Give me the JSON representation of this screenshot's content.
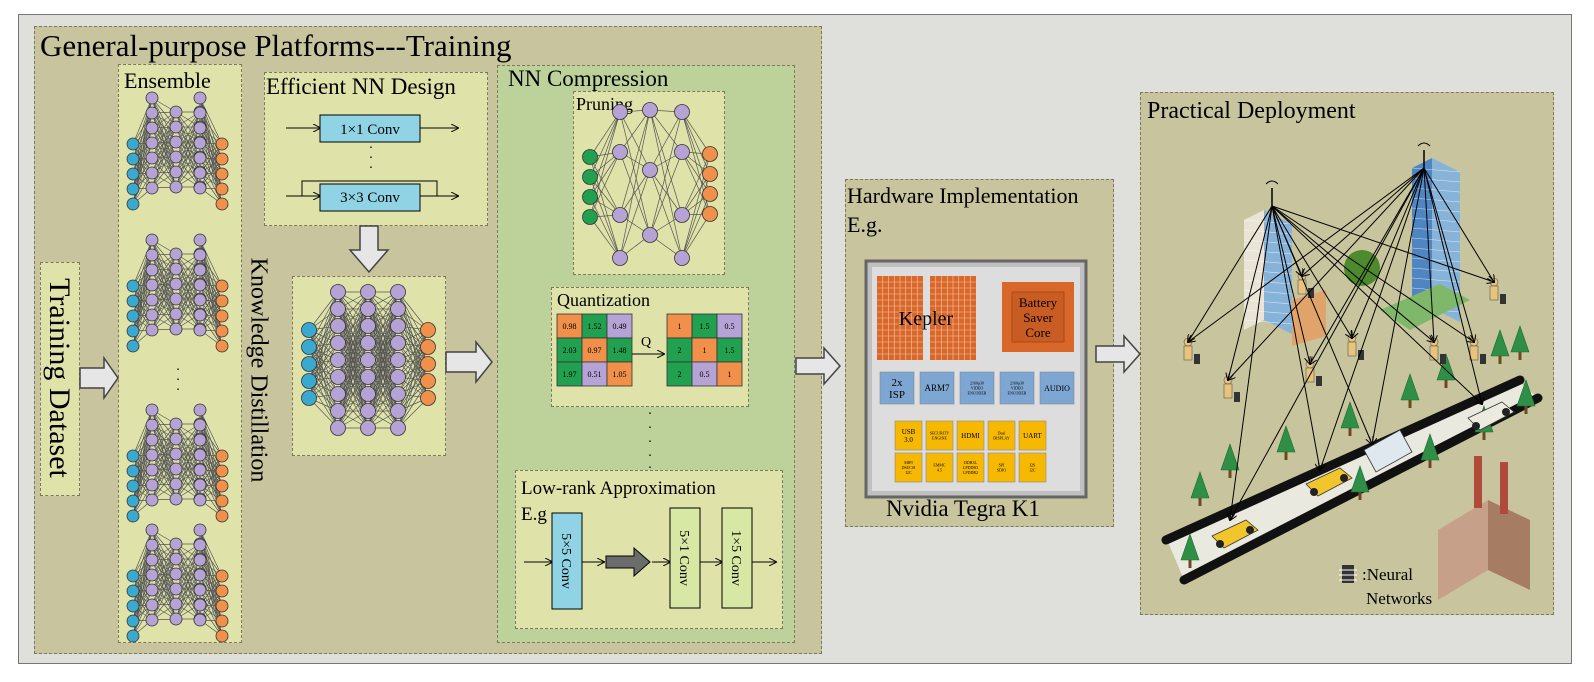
{
  "colors": {
    "outer_bg": "#c8c59e",
    "panel_green": "#dfe3a9",
    "compression_bg": "#bdd19a",
    "conv_blue": "#8fd3e5",
    "conv_green": "#d6e8a4",
    "neuron_purple": "#b6a3d6",
    "input_blue": "#3aa9cf",
    "output_orange": "#f0904a",
    "pruned_green": "#21a050",
    "kepler_orange": "#d9672a",
    "chip_blue": "#7ea6d3",
    "chip_yellow": "#f6b800"
  },
  "title": "General-purpose Platforms---Training",
  "training_dataset": "Training Dataset",
  "ensemble": {
    "label": "Ensemble",
    "ellipsis": "."
  },
  "efficient": {
    "label": "Efficient NN Design",
    "conv1": "1×1 Conv",
    "conv3": "3×3 Conv",
    "ellipsis": "."
  },
  "kd": {
    "label": "Knowledge Distillation"
  },
  "compression": {
    "label": "NN Compression",
    "pruning": "Pruning",
    "quantization": "Quantization",
    "q_label": "Q",
    "matrix_a": [
      "0.98",
      "1.52",
      "0.49",
      "2.03",
      "0.97",
      "1.48",
      "1.97",
      "0.51",
      "1.05"
    ],
    "matrix_b": [
      "1",
      "1.5",
      "0.5",
      "2",
      "1",
      "1.5",
      "2",
      "0.5",
      "1"
    ],
    "lowrank": "Low-rank Approximation",
    "eg": "E.g",
    "conv55": "5×5 Conv",
    "conv51": "5×1 Conv",
    "conv15": "1×5 Conv"
  },
  "hardware": {
    "label1": "Hardware Implementation",
    "label2": "E.g.",
    "kepler": "Kepler",
    "battery": [
      "Battery",
      "Saver",
      "Core"
    ],
    "isp": [
      "2x",
      "ISP"
    ],
    "arm": "ARM7",
    "enc1": [
      "2160p30",
      "VIDEO",
      "ENCODER"
    ],
    "enc2": [
      "2160p30",
      "VIDEO",
      "ENCODER"
    ],
    "audio": "AUDIO",
    "io_row1": [
      "USB 3.0",
      "SECURITY ENGINE",
      "HDMI",
      "Dual DISPLAY",
      "UART"
    ],
    "io_row2": [
      "MIPI DSI/CSI I2C",
      "EMMC 4.5",
      "DDR3L LPDDR3 LPDDR2",
      "SPI SDIO",
      "I2S I2C"
    ],
    "caption": "Nvidia Tegra K1"
  },
  "deployment": {
    "label": "Practical Deployment",
    "legend_icon": "neural-network-icon",
    "legend1": ":Neural",
    "legend2": "Networks"
  }
}
